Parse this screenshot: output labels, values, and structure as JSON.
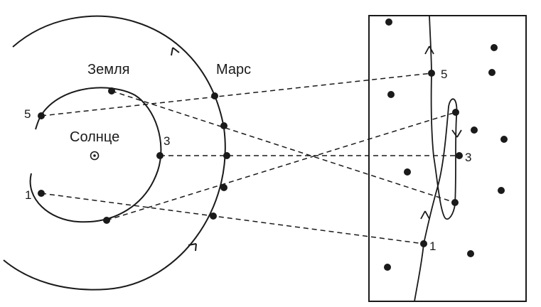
{
  "labels": {
    "earth": "Земля",
    "mars": "Марс",
    "sun": "Солнце"
  },
  "point_numbers": {
    "earth_1": "1",
    "earth_3": "3",
    "earth_5": "5",
    "sky_1": "1",
    "sky_3": "3",
    "sky_5": "5"
  },
  "colors": {
    "ink": "#1a1a1a",
    "background": "#ffffff"
  }
}
